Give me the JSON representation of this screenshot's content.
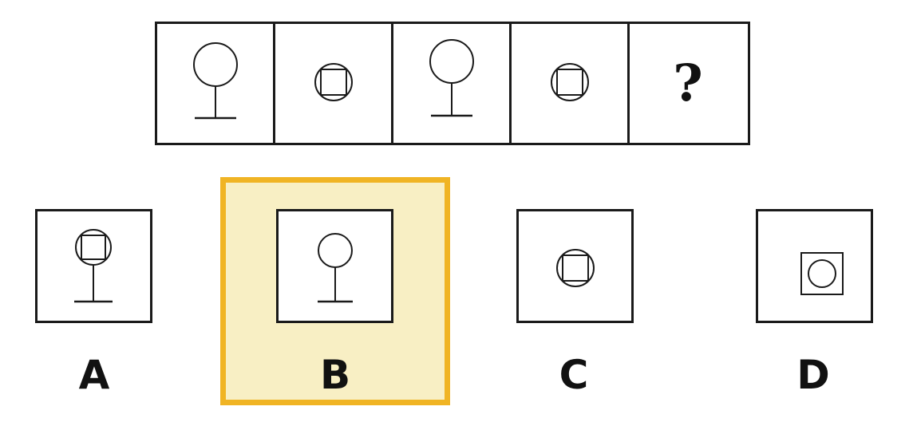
{
  "sequence": [
    {
      "figure": "circle-on-stand"
    },
    {
      "figure": "square-in-circle"
    },
    {
      "figure": "circle-on-stand"
    },
    {
      "figure": "square-in-circle"
    },
    {
      "figure": "question",
      "text": "?"
    }
  ],
  "options": [
    {
      "label": "A",
      "figure": "square-in-circle-on-stand",
      "selected": false
    },
    {
      "label": "B",
      "figure": "circle-on-stand",
      "selected": true
    },
    {
      "label": "C",
      "figure": "square-in-circle",
      "selected": false
    },
    {
      "label": "D",
      "figure": "circle-in-square",
      "selected": false
    }
  ],
  "colors": {
    "highlight_fill": "#f8efc4",
    "highlight_border": "#f0b424",
    "stroke": "#1a1a1a"
  }
}
